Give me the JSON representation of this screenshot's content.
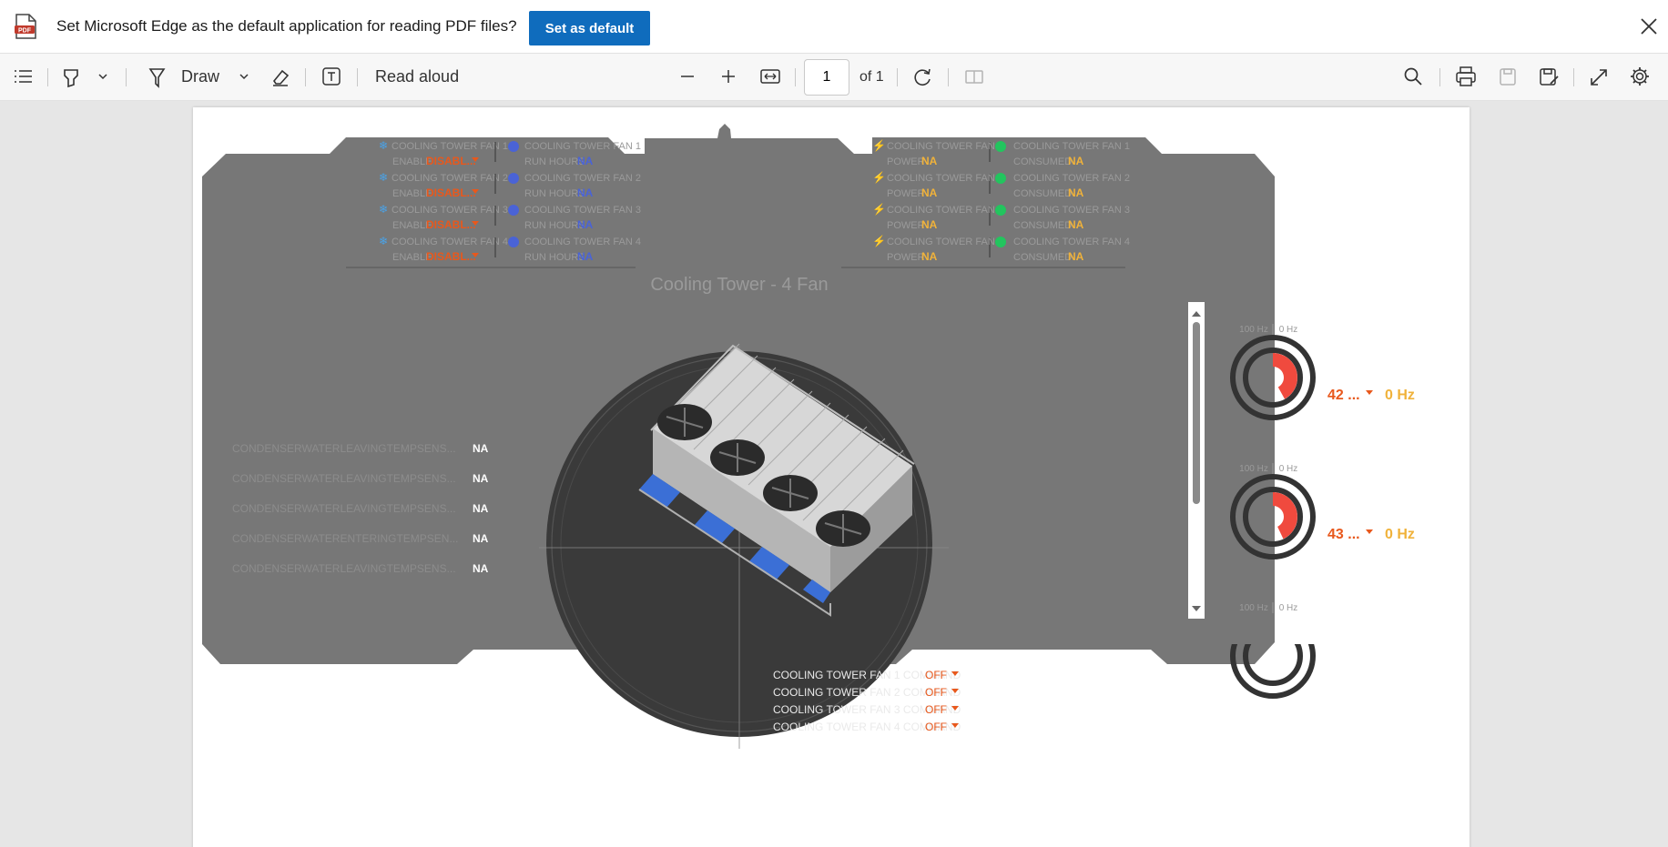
{
  "banner": {
    "message": "Set Microsoft Edge as the default application for reading PDF files?",
    "set_default_label": "Set as default"
  },
  "toolbar": {
    "draw_label": "Draw",
    "read_aloud_label": "Read aloud",
    "page_number": "1",
    "page_total": "of 1"
  },
  "dashboard": {
    "title": "Cooling Tower - 4 Fan",
    "enable_panel": [
      {
        "name": "COOLING TOWER FAN 1",
        "label": "ENABLE",
        "value": "DISABL..."
      },
      {
        "name": "COOLING TOWER FAN 2",
        "label": "ENABLE",
        "value": "DISABL..."
      },
      {
        "name": "COOLING TOWER FAN 3",
        "label": "ENABLE",
        "value": "DISABL..."
      },
      {
        "name": "COOLING TOWER FAN 4",
        "label": "ENABLE",
        "value": "DISABL..."
      }
    ],
    "run_hours_panel": [
      {
        "name": "COOLING TOWER FAN 1",
        "label": "RUN HOURS",
        "value": "NA"
      },
      {
        "name": "COOLING TOWER FAN 2",
        "label": "RUN HOURS",
        "value": "NA"
      },
      {
        "name": "COOLING TOWER FAN 3",
        "label": "RUN HOURS",
        "value": "NA"
      },
      {
        "name": "COOLING TOWER FAN 4",
        "label": "RUN HOURS",
        "value": "NA"
      }
    ],
    "power_panel": [
      {
        "name": "COOLING TOWER FAN 1",
        "label": "POWER",
        "value": "NA"
      },
      {
        "name": "COOLING TOWER FAN 2",
        "label": "POWER",
        "value": "NA"
      },
      {
        "name": "COOLING TOWER FAN 3",
        "label": "POWER",
        "value": "NA"
      },
      {
        "name": "COOLING TOWER FAN 4",
        "label": "POWER",
        "value": "NA"
      }
    ],
    "consumed_panel": [
      {
        "name": "COOLING TOWER FAN 1",
        "label": "CONSUMED",
        "value": "NA"
      },
      {
        "name": "COOLING TOWER FAN 2",
        "label": "CONSUMED",
        "value": "NA"
      },
      {
        "name": "COOLING TOWER FAN 3",
        "label": "CONSUMED",
        "value": "NA"
      },
      {
        "name": "COOLING TOWER FAN 4",
        "label": "CONSUMED",
        "value": "NA"
      }
    ],
    "sensors": [
      {
        "name": "CONDENSERWATERLEAVINGTEMPSENS...",
        "value": "NA"
      },
      {
        "name": "CONDENSERWATERLEAVINGTEMPSENS...",
        "value": "NA"
      },
      {
        "name": "CONDENSERWATERLEAVINGTEMPSENS...",
        "value": "NA"
      },
      {
        "name": "CONDENSERWATERENTERINGTEMPSEN...",
        "value": "NA"
      },
      {
        "name": "CONDENSERWATERLEAVINGTEMPSENS...",
        "value": "NA"
      }
    ],
    "fans": [
      {
        "title": "FAN 1",
        "subtitle": "VFD SPEED | FEEDBACK",
        "max_label": "100 Hz",
        "feedback_label": "0 Hz",
        "speed": "42 ...",
        "feedback": "0 Hz",
        "speed_fraction": 0.42
      },
      {
        "title": "FAN 2",
        "subtitle": "VFD SPEED | FEEDBACK",
        "max_label": "100 Hz",
        "feedback_label": "0 Hz",
        "speed": "43 ...",
        "feedback": "0 Hz",
        "speed_fraction": 0.43
      },
      {
        "title": "FAN 3",
        "subtitle": "VFD SPEED | FEEDBACK",
        "max_label": "100 Hz",
        "feedback_label": "0 Hz"
      }
    ],
    "commands": [
      {
        "label": "COOLING TOWER FAN 1 COMMAND",
        "value": "OFF"
      },
      {
        "label": "COOLING TOWER FAN 2 COMMAND",
        "value": "OFF"
      },
      {
        "label": "COOLING TOWER FAN 3 COMMAND",
        "value": "OFF"
      },
      {
        "label": "COOLING TOWER FAN 4 COMMAND",
        "value": "OFF"
      }
    ],
    "colors": {
      "panel": "#777777",
      "dim_text": "#9a9a9a",
      "orange": "#e8581c",
      "yellow": "#f0b23a",
      "blue": "#4a63d6",
      "gauge_fill": "#f04a3e",
      "green": "#22c55e"
    }
  }
}
